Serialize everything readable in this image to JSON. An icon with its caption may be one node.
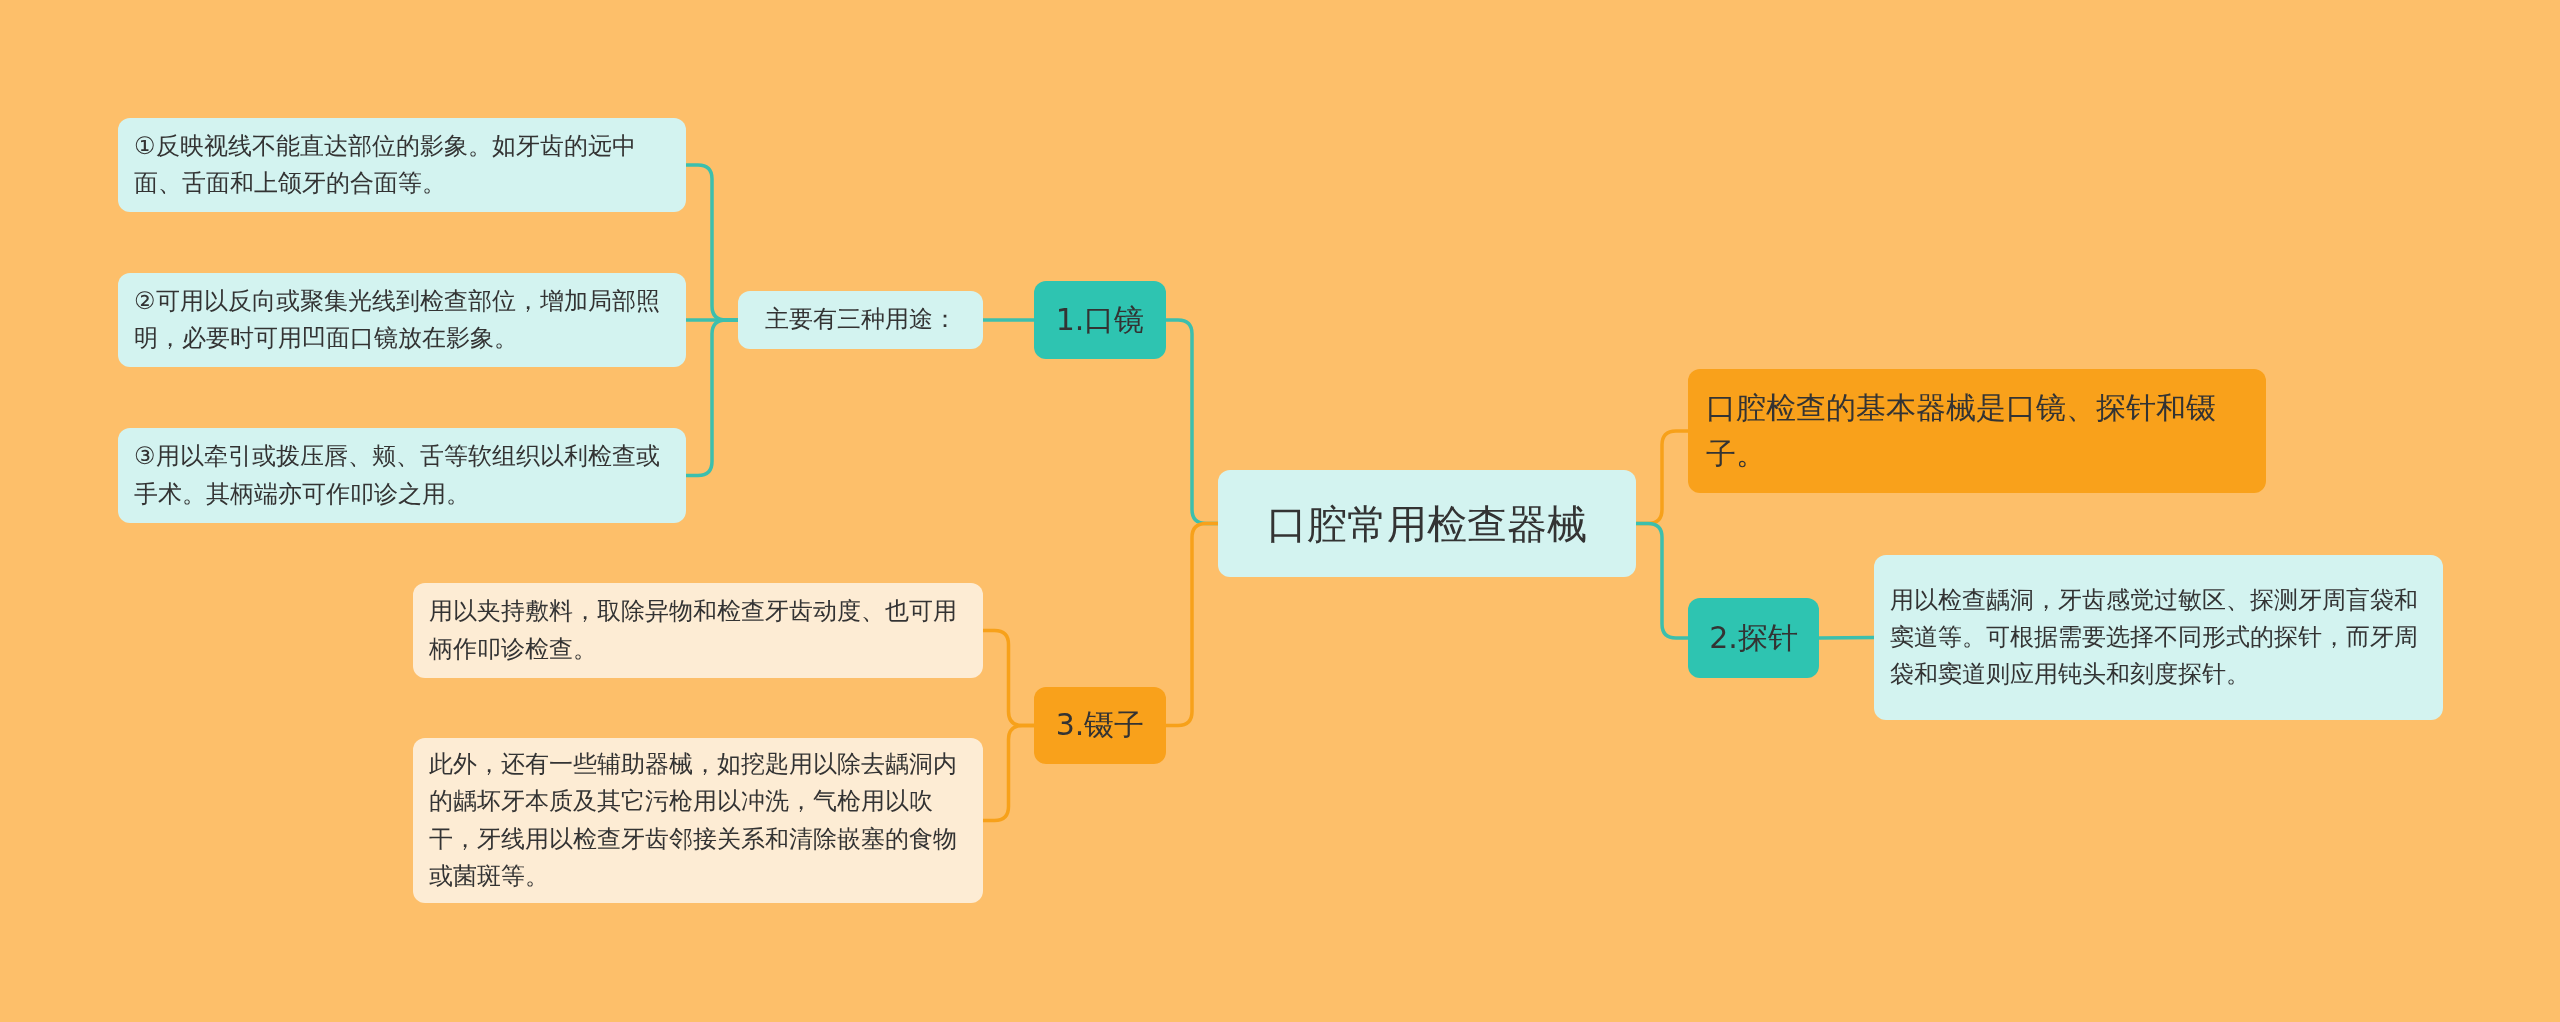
{
  "diagram": {
    "nodes": [
      {
        "text": [
          "口腔常用检查器械"
        ]
      },
      {
        "text": [
          "1.口镜"
        ]
      },
      {
        "text": [
          "主要有三种用途："
        ]
      },
      {
        "text": [
          "①反映视线不能直达部位的影象。如牙齿的远中面、舌面和上颌牙的合面等。"
        ]
      },
      {
        "text": [
          "②可用以反向或聚集光线到检查部位，增加局部照明，必要时可用凹面口镜放在影象。"
        ]
      },
      {
        "text": [
          "③用以牵引或拨压唇、颊、舌等软组织以利检查或手术。其柄端亦可作叩诊之用。"
        ]
      },
      {
        "text": [
          "3.镊子"
        ]
      },
      {
        "text": [
          "用以夹持敷料，取除异物和检查牙齿动度、也可用柄作叩诊检查。"
        ]
      },
      {
        "text": [
          "此外，还有一些辅助器械，如挖匙用以除去龋洞内的龋坏牙本质及其它污枪用以冲洗，气枪用以吹干，牙线用以检查牙齿邻接关系和清除嵌塞的食物或菌斑等。"
        ]
      },
      {
        "text": [
          "口腔检查的基本器械是口镜、探针和镊子。"
        ]
      },
      {
        "text": [
          "2.探针"
        ]
      },
      {
        "text": [
          "用以检查龋洞，牙齿感觉过敏区、探测牙周盲袋和窦道等。可根据需要选择不同形式的探针，而牙周袋和窦道则应用钝头和刻度探针。"
        ]
      }
    ],
    "edges": [
      {
        "from": 0,
        "to": 1,
        "arrow": "none"
      },
      {
        "from": 1,
        "to": 2,
        "arrow": "none"
      },
      {
        "from": 2,
        "to": 3,
        "arrow": "none"
      },
      {
        "from": 2,
        "to": 4,
        "arrow": "none"
      },
      {
        "from": 2,
        "to": 5,
        "arrow": "none"
      },
      {
        "from": 0,
        "to": 6,
        "arrow": "none",
        "color": "#f7a11a"
      },
      {
        "from": 6,
        "to": 7,
        "arrow": "none",
        "color": "#f7a11a"
      },
      {
        "from": 6,
        "to": 8,
        "arrow": "none",
        "color": "#f7a11a"
      },
      {
        "from": 0,
        "to": 9,
        "arrow": "none",
        "color": "#f7a11a"
      },
      {
        "from": 0,
        "to": 10,
        "arrow": "none"
      },
      {
        "from": 10,
        "to": 11,
        "arrow": "none"
      }
    ]
  }
}
